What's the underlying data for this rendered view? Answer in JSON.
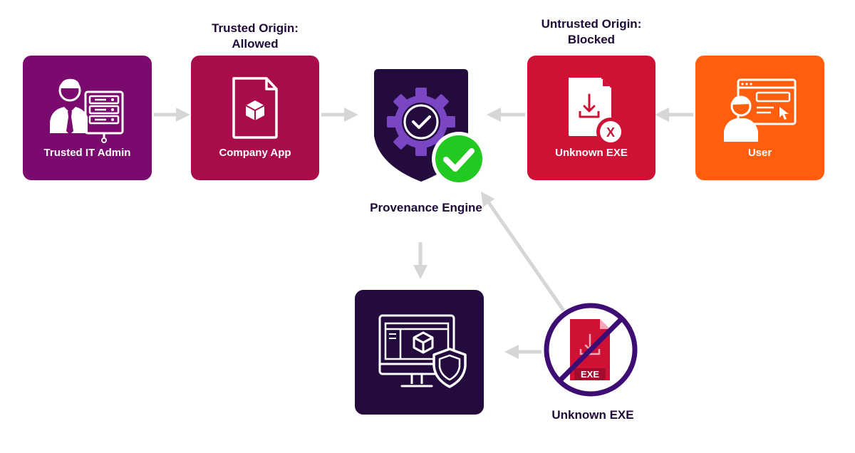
{
  "colors": {
    "admin": "#7b0a6e",
    "company": "#a80c4a",
    "unknown_exe": "#cf1136",
    "user": "#ff5e0f",
    "engine": "#240b3d",
    "screen": "#240b3d",
    "check": "#21c921",
    "arrow": "#d6d6d6",
    "ban": "#3e0d73"
  },
  "nodes": {
    "trusted_admin": {
      "label": "Trusted IT Admin",
      "icon": "admin-server-icon"
    },
    "company_app": {
      "label": "Company App",
      "icon": "app-file-icon"
    },
    "provenance_engine": {
      "label": "Provenance Engine",
      "icon": "shield-gear-check-icon"
    },
    "unknown_exe": {
      "label": "Unknown EXE",
      "icon": "download-file-x-icon"
    },
    "user": {
      "label": "User",
      "icon": "user-browser-icon"
    },
    "protected_computer": {
      "icon": "monitor-shield-icon"
    },
    "blocked_exe": {
      "label": "Unknown EXE",
      "icon": "blocked-exe-icon",
      "badge": "EXE",
      "mark": "X"
    }
  },
  "captions": {
    "trusted": "Trusted Origin: Allowed",
    "untrusted": "Untrusted Origin: Blocked"
  }
}
